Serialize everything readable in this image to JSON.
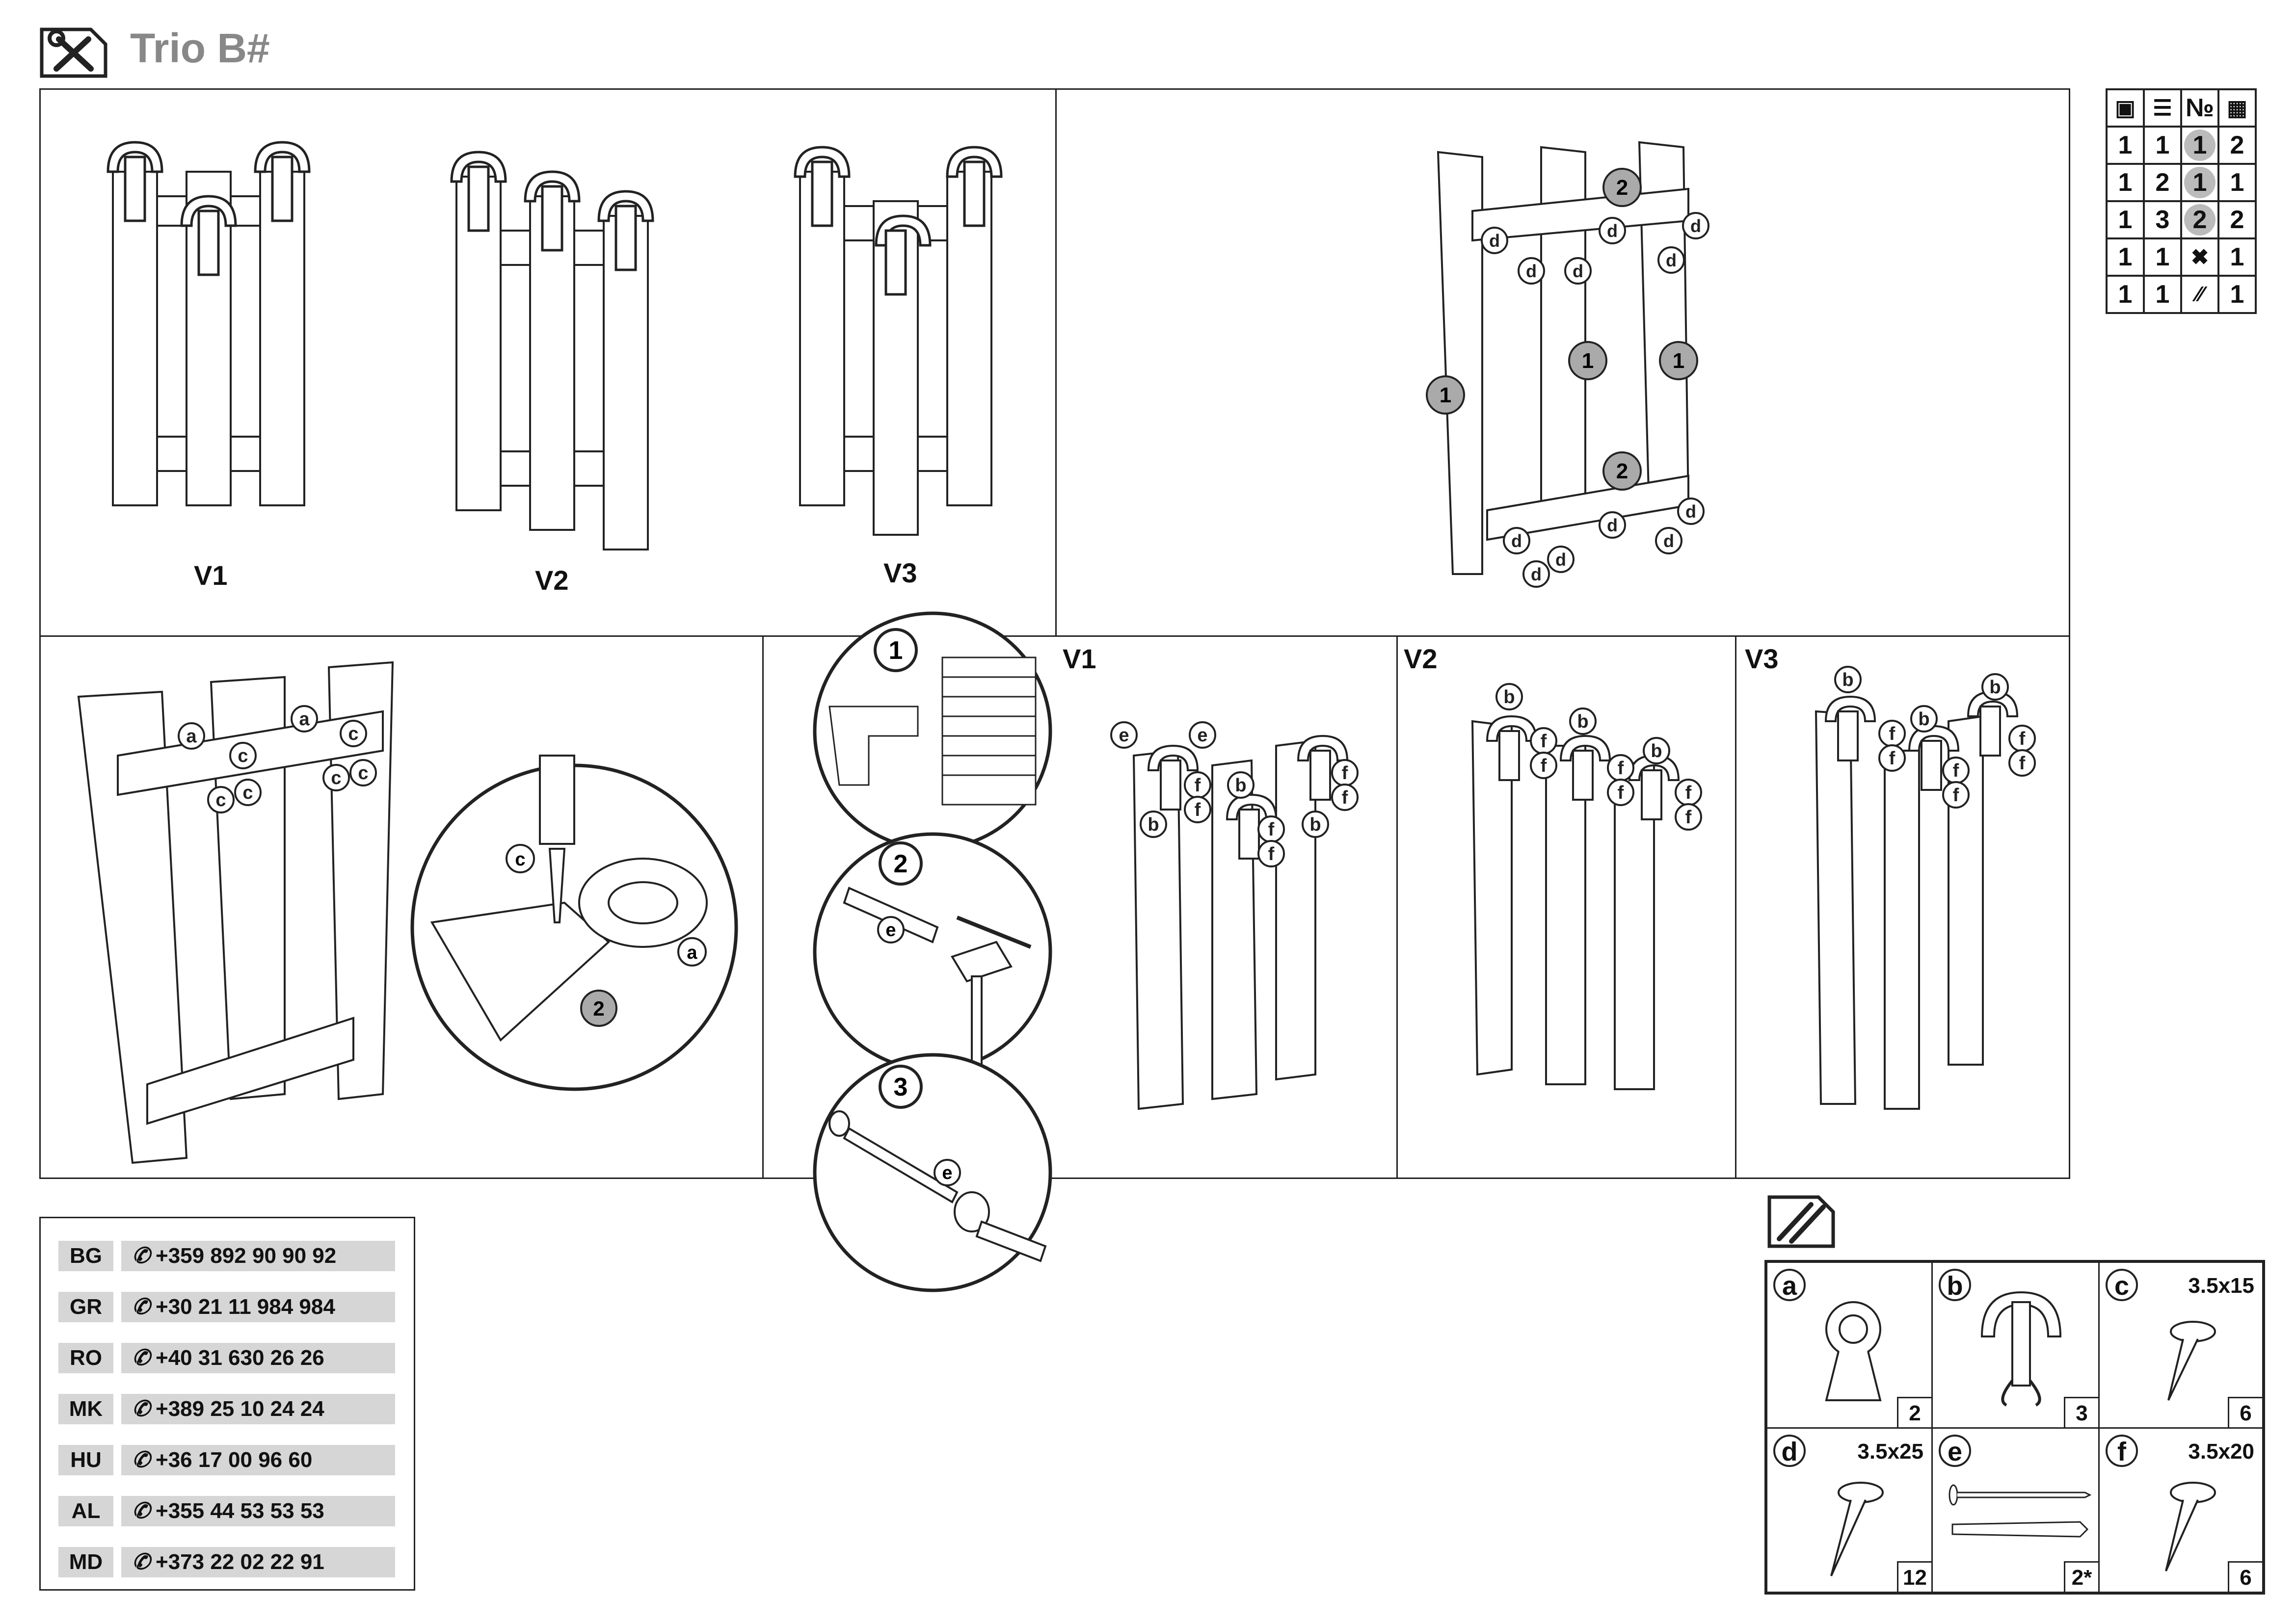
{
  "header": {
    "title": "Trio B#",
    "icon": "tools-icon"
  },
  "variants": {
    "v1": "V1",
    "v2": "V2",
    "v3": "V3"
  },
  "assembly_callouts": {
    "panel_part": "1",
    "rail_part": "2",
    "screw_d": "d",
    "bracket_a": "a",
    "screw_c": "c",
    "rail_detail_part": "2"
  },
  "install_steps": {
    "step1": "1",
    "step2": "2",
    "step3": "3",
    "dowel": "e",
    "screw": "e"
  },
  "hook_callouts": {
    "dowel": "e",
    "hook": "b",
    "screw": "f"
  },
  "info_table": {
    "headers": [
      "box-icon",
      "layers-icon",
      "№",
      "numbers-grid-icon"
    ],
    "rows": [
      {
        "c1": "1",
        "c2": "1",
        "c3": "1",
        "c4": "2"
      },
      {
        "c1": "1",
        "c2": "2",
        "c3": "1",
        "c4": "1"
      },
      {
        "c1": "1",
        "c2": "3",
        "c3": "2",
        "c4": "2"
      },
      {
        "c1": "1",
        "c2": "1",
        "c3": "tools-icon",
        "c4": "1"
      },
      {
        "c1": "1",
        "c2": "1",
        "c3": "screws-icon",
        "c4": "1"
      }
    ]
  },
  "contacts": [
    {
      "code": "BG",
      "phone": "+359 892 90 90 92"
    },
    {
      "code": "GR",
      "phone": "+30 21 11 984 984"
    },
    {
      "code": "RO",
      "phone": "+40 31 630 26 26"
    },
    {
      "code": "MK",
      "phone": "+389 25 10 24 24"
    },
    {
      "code": "HU",
      "phone": "+36 17 00 96 60"
    },
    {
      "code": "AL",
      "phone": "+355 44 53 53 53"
    },
    {
      "code": "MD",
      "phone": "+373 22 02 22 91"
    }
  ],
  "hardware": {
    "icon": "screws-icon",
    "items": [
      {
        "letter": "a",
        "size": "",
        "qty": "2",
        "icon": "bracket-icon"
      },
      {
        "letter": "b",
        "size": "",
        "qty": "3",
        "icon": "hook-icon"
      },
      {
        "letter": "c",
        "size": "3.5x15",
        "qty": "6",
        "icon": "screw-icon"
      },
      {
        "letter": "d",
        "size": "3.5x25",
        "qty": "12",
        "icon": "screw-icon"
      },
      {
        "letter": "e",
        "size": "",
        "qty": "2*",
        "icon": "dowel-screw-icon"
      },
      {
        "letter": "f",
        "size": "3.5x20",
        "qty": "6",
        "icon": "screw-icon"
      }
    ]
  },
  "colors": {
    "line": "#222222",
    "callout_fill": "#aaaaaa",
    "title_gray": "#888888",
    "contact_bg": "#d6d6d6"
  }
}
